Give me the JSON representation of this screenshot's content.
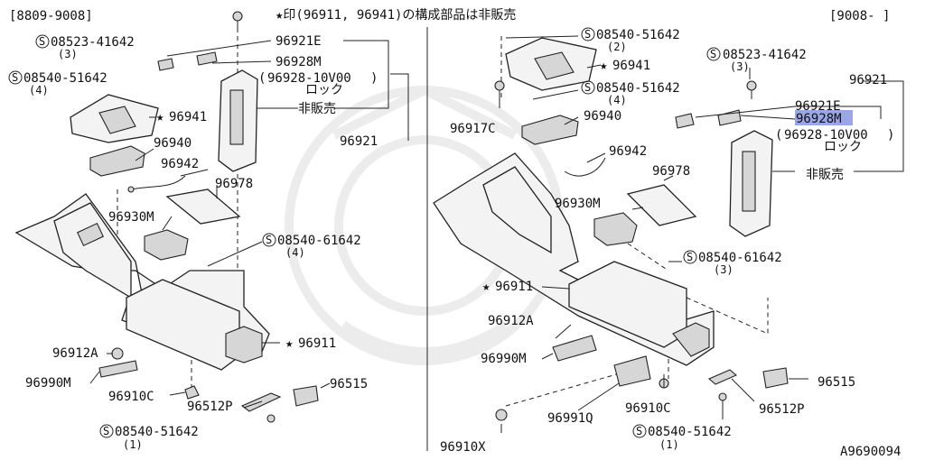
{
  "header": {
    "left_range": "[8809-9008]",
    "right_range": "[9008-    ]",
    "note": "★印(96911, 96941)の構成部品は非販売"
  },
  "left_panel": {
    "screw_08523_41642": "08523-41642",
    "screw_08523_41642_qty": "(3)",
    "screw_08540_51642_top": "08540-51642",
    "screw_08540_51642_top_qty": "(4)",
    "p96941": "96941",
    "p96940": "96940",
    "p96942": "96942",
    "p96978": "96978",
    "p96930M": "96930M",
    "screw_08540_61642": "08540-61642",
    "screw_08540_61642_qty": "(4)",
    "p96921E": "96921E",
    "p96928M": "96928M",
    "p96928_10V00": "96928-10V00",
    "lock": "ロック",
    "not_sold": "非販売",
    "p96921": "96921",
    "p96911": "96911",
    "p96912A": "96912A",
    "p96990M": "96990M",
    "p96910C": "96910C",
    "p96512P": "96512P",
    "p96515": "96515",
    "screw_08540_51642_bot": "08540-51642",
    "screw_08540_51642_bot_qty": "(1)"
  },
  "right_panel": {
    "screw_08540_51642_top": "08540-51642",
    "screw_08540_51642_top_qty": "(2)",
    "p96941": "96941",
    "screw_08540_51642_mid": "08540-51642",
    "screw_08540_51642_mid_qty": "(4)",
    "p96917C": "96917C",
    "p96940": "96940",
    "p96942": "96942",
    "p96978": "96978",
    "p96930M": "96930M",
    "screw_08540_61642": "08540-61642",
    "screw_08540_61642_qty": "(3)",
    "screw_08523_41642": "08523-41642",
    "screw_08523_41642_qty": "(3)",
    "p96921": "96921",
    "p96921E": "96921E",
    "p96928M": "96928M",
    "p96928_10V00": "96928-10V00",
    "lock": "ロック",
    "not_sold": "非販売",
    "p96911": "96911",
    "p96912A": "96912A",
    "p96990M": "96990M",
    "p96910C": "96910C",
    "p96991Q": "96991Q",
    "p96910X": "96910X",
    "p96512P": "96512P",
    "p96515": "96515",
    "screw_08540_51642_bot": "08540-51642",
    "screw_08540_51642_bot_qty": "(1)"
  },
  "footer": {
    "diagram_code": "A9690094"
  },
  "symbols": {
    "star": "★",
    "screw_mark": "S"
  },
  "colors": {
    "highlight": "#9aa6e8",
    "line": "#222222",
    "watermark": "#ececec"
  }
}
